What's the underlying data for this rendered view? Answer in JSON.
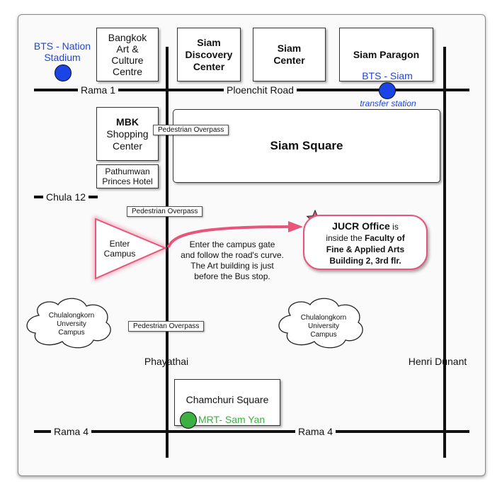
{
  "roads": {
    "rama1": "Rama 1",
    "ploenchit": "Ploenchit Road",
    "chula12": "Chula 12",
    "phayathai": "Phayathai",
    "henri_dunant": "Henri Dunant",
    "rama4_left": "Rama 4",
    "rama4_right": "Rama 4"
  },
  "stations": {
    "bts_nation_line1": "BTS - Nation",
    "bts_nation_line2": "Stadium",
    "bts_siam": "BTS - Siam",
    "transfer": "transfer station",
    "mrt_samyan": "MRT- Sam Yan"
  },
  "buildings": {
    "bacc": [
      "Bangkok",
      "Art &",
      "Culture",
      "Centre"
    ],
    "siam_discovery": [
      "Siam",
      "Discovery",
      "Center"
    ],
    "siam_center": [
      "Siam",
      "Center"
    ],
    "siam_paragon": "Siam Paragon",
    "mbk_title": "MBK",
    "mbk_sub": [
      "Shopping",
      "Center"
    ],
    "pathumwan": [
      "Pathumwan",
      "Princes Hotel"
    ],
    "siam_square": "Siam Square",
    "chamchuri": "Chamchuri Square"
  },
  "overpasses": [
    "Pedestrian Overpass",
    "Pedestrian Overpass",
    "Pedestrian Overpass"
  ],
  "campus": {
    "left": [
      "Chulalongkorn",
      "Unversity",
      "Campus"
    ],
    "right": [
      "Chulalongkorn",
      "University",
      "Campus"
    ]
  },
  "enter": [
    "Enter",
    "Campus"
  ],
  "directions": [
    "Enter the campus gate",
    "and follow the road's curve.",
    "The Art building is just",
    "before the Bus stop."
  ],
  "office": {
    "title": "JUCR Office",
    "is": " is",
    "line2a": "inside the ",
    "line2b": "Faculty of",
    "line3": "Fine & Applied Arts",
    "line4": "Building 2, 3rd flr."
  },
  "colors": {
    "bts": "#1a44e6",
    "mrt": "#3cb043",
    "highlight": "#e8557a"
  }
}
